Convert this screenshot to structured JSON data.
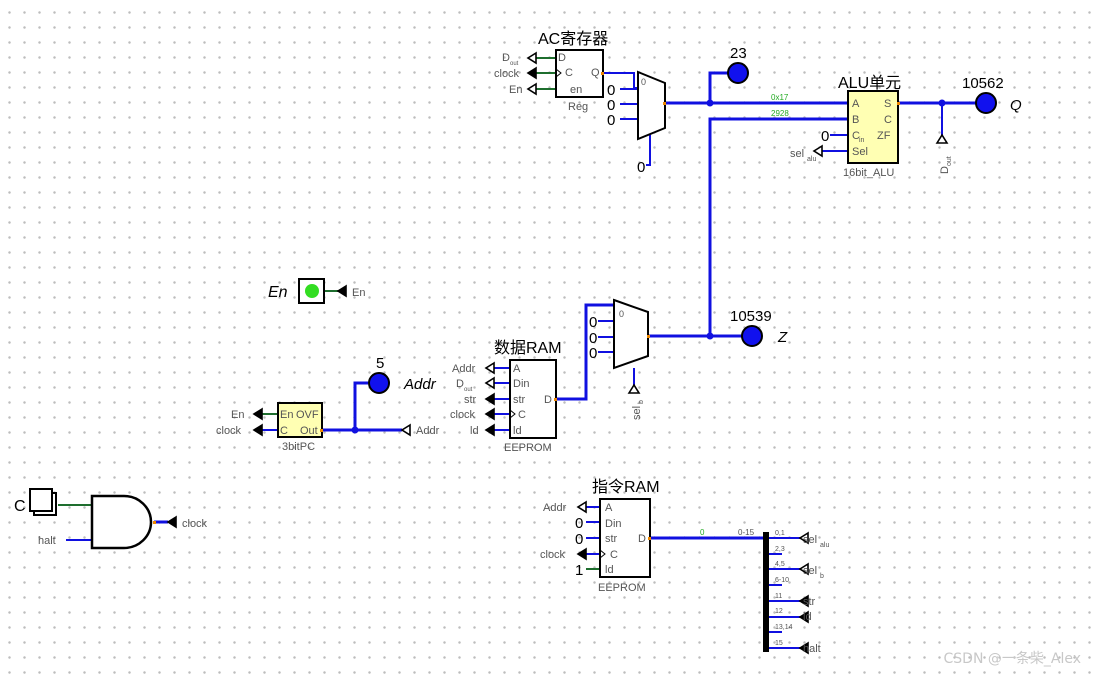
{
  "ac_register": {
    "title": "AC寄存器",
    "component": "Reg",
    "inputs": [
      "D",
      "clock",
      "En"
    ],
    "input_sub": "out",
    "pins": [
      "D",
      "C",
      "en"
    ],
    "output_pin": "Q"
  },
  "mux_top": {
    "consts": [
      "0",
      "0",
      "0"
    ],
    "top_pin": "0",
    "sel_const": "0"
  },
  "probe_23": {
    "value": "23"
  },
  "wire_labels": {
    "a": "0x17",
    "b": "2928",
    "ir_out": "0",
    "ir_range": "0-15"
  },
  "alu": {
    "title": "ALU单元",
    "component": "16bit_ALU",
    "pins_left": [
      "A",
      "B",
      "C",
      "Sel"
    ],
    "cin_sub": "in",
    "pins_right": [
      "S",
      "C",
      "ZF"
    ],
    "c_in_const": "0",
    "sel_label": "sel",
    "sel_sub": "alu",
    "d_out_label": "D",
    "d_out_sub": "out"
  },
  "probe_q": {
    "value": "10562",
    "label": "Q"
  },
  "enable": {
    "label": "En",
    "tunnel": "En",
    "color": "#33dd22"
  },
  "data_ram": {
    "title": "数据RAM",
    "component": "EEPROM",
    "inputs": [
      "Addr",
      "D",
      "str",
      "clock",
      "ld"
    ],
    "d_sub": "out",
    "pins": [
      "A",
      "Din",
      "str",
      "C",
      "ld"
    ],
    "output_pin": "D"
  },
  "mux_mid": {
    "consts": [
      "0",
      "0",
      "0"
    ],
    "top_pin": "0",
    "sel_label": "sel",
    "sel_sub": "b"
  },
  "probe_z": {
    "value": "10539",
    "label": "Z"
  },
  "probe_addr": {
    "value": "5",
    "label": "Addr"
  },
  "pc": {
    "component": "3bitPC",
    "inputs": [
      "En",
      "clock"
    ],
    "pins": [
      "En",
      "C"
    ],
    "outputs": [
      "OVF",
      "Out"
    ],
    "out_tunnel": "Addr"
  },
  "clock_gate": {
    "clock_input": "C",
    "halt_label": "halt",
    "out_tunnel": "clock"
  },
  "instr_ram": {
    "title": "指令RAM",
    "component": "EEPROM",
    "inputs": [
      "Addr",
      "0",
      "0",
      "clock",
      "1"
    ],
    "pins": [
      "A",
      "Din",
      "str",
      "C",
      "ld"
    ],
    "output_pin": "D"
  },
  "splitter": {
    "ranges": [
      "0,1",
      "2,3",
      "4,5",
      "6-10",
      "11",
      "12",
      "13,14",
      "15"
    ],
    "outputs": [
      {
        "label": "sel",
        "sub": "alu"
      },
      {
        "label": "sel",
        "sub": "b"
      },
      {
        "label": "str",
        "sub": ""
      },
      {
        "label": "ld",
        "sub": ""
      },
      {
        "label": "halt",
        "sub": ""
      }
    ]
  },
  "watermark": "CSDN @一条柴_Alex"
}
